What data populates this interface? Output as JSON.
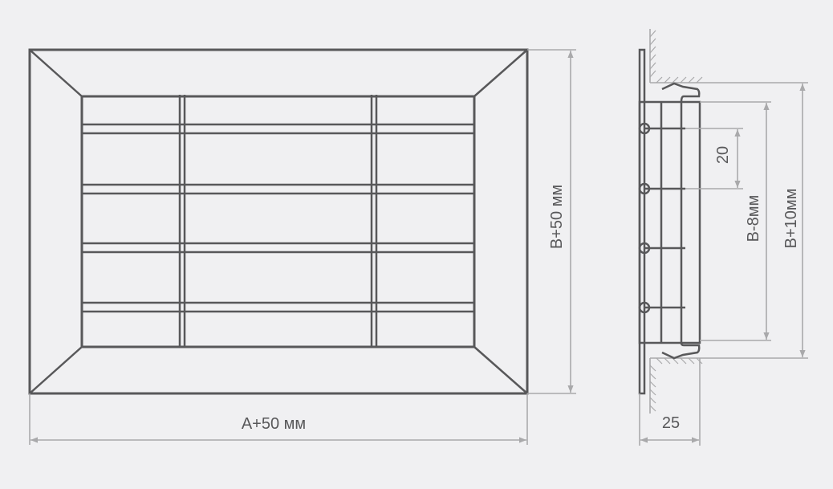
{
  "front_view": {
    "width_label": "A+50 мм",
    "height_label": "B+50 мм"
  },
  "side_view": {
    "pitch_label": "20",
    "inner_height_label": "B-8мм",
    "opening_height_label": "B+10мм",
    "depth_label": "25"
  },
  "colors": {
    "background": "#f0f0f2",
    "outline": "#58585a",
    "dimension": "#a9a9ab"
  }
}
